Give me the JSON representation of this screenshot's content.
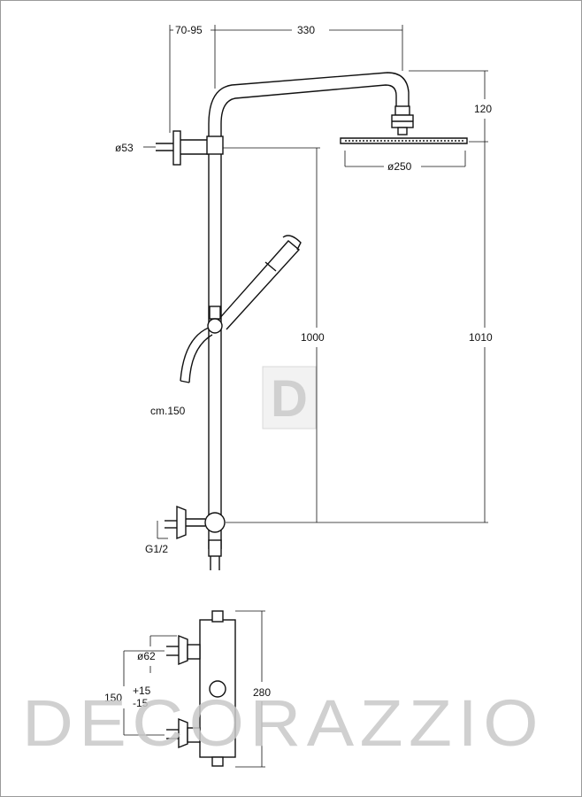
{
  "dimensions": {
    "arm_offset": "70-95",
    "arm_length": "330",
    "head_drop": "120",
    "wall_bracket_diameter": "ø53",
    "head_diameter": "ø250",
    "bracket_height": "1000",
    "total_height": "1010",
    "hose_length": "cm.150",
    "inlet_thread": "G1/2",
    "valve_diameter": "ø62",
    "inlet_spacing": "150",
    "tolerance_plus": "+15",
    "tolerance_minus": "-15",
    "mixer_height": "280"
  },
  "watermark": {
    "monogram": "D",
    "brand": "DECORAZZIO"
  },
  "colors": {
    "line": "#111111",
    "watermark": "#c8c8c8"
  }
}
